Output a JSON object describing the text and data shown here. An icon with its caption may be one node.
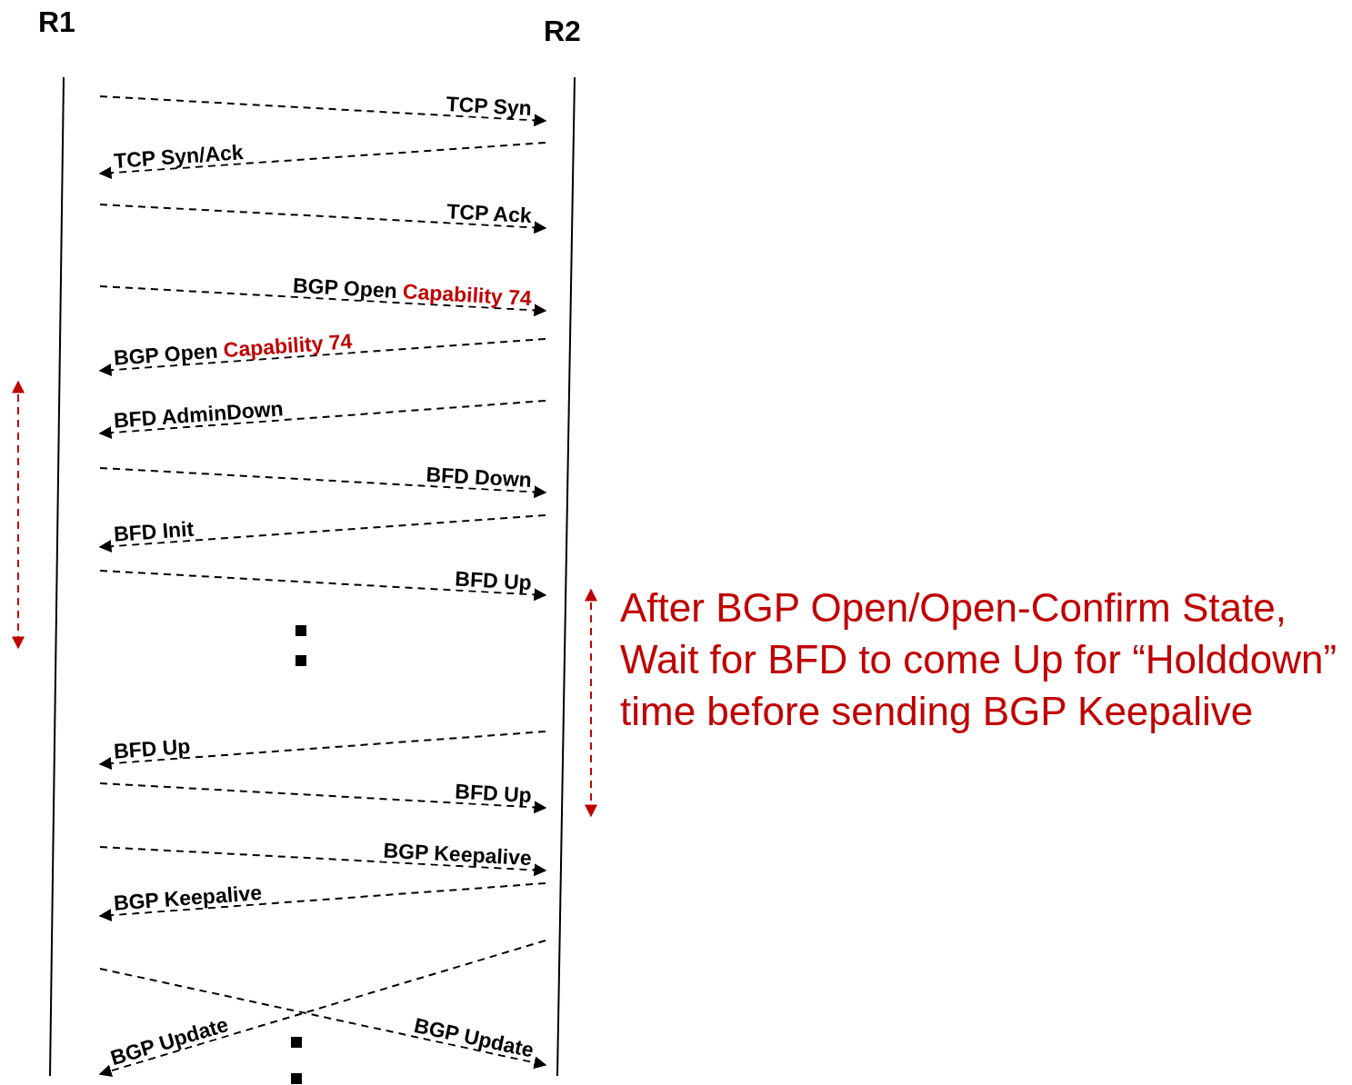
{
  "diagram": {
    "nodes": [
      {
        "text": [
          "R1"
        ]
      },
      {
        "text": [
          "R2"
        ]
      }
    ],
    "edges": [
      {
        "from": 0,
        "to": 1,
        "arrow": "to",
        "label": "TCP Syn",
        "style": "dashed"
      },
      {
        "from": 1,
        "to": 0,
        "arrow": "to",
        "label": "TCP Syn/Ack",
        "style": "dashed"
      },
      {
        "from": 0,
        "to": 1,
        "arrow": "to",
        "label": "TCP Ack",
        "style": "dashed"
      },
      {
        "from": 0,
        "to": 1,
        "arrow": "to",
        "label": "BGP Open **Capability 74**",
        "style": "dashed"
      },
      {
        "from": 1,
        "to": 0,
        "arrow": "to",
        "label": "BGP Open **Capability 74**",
        "style": "dashed"
      },
      {
        "from": 1,
        "to": 0,
        "arrow": "to",
        "label": "BFD AdminDown",
        "style": "dashed"
      },
      {
        "from": 0,
        "to": 1,
        "arrow": "to",
        "label": "BFD Down",
        "style": "dashed"
      },
      {
        "from": 1,
        "to": 0,
        "arrow": "to",
        "label": "BFD Init",
        "style": "dashed"
      },
      {
        "from": 0,
        "to": 1,
        "arrow": "to",
        "label": "BFD Up",
        "style": "dashed"
      },
      {
        "from": 1,
        "to": 0,
        "arrow": "to",
        "label": "BFD Up",
        "style": "dashed"
      },
      {
        "from": 0,
        "to": 1,
        "arrow": "to",
        "label": "BFD Up",
        "style": "dashed"
      },
      {
        "from": 0,
        "to": 1,
        "arrow": "to",
        "label": "BGP Keepalive",
        "style": "dashed"
      },
      {
        "from": 1,
        "to": 0,
        "arrow": "to",
        "label": "BGP Keepalive",
        "style": "dashed"
      },
      {
        "from": 0,
        "to": 1,
        "arrow": "to",
        "label": "BGP Update",
        "style": "dashed"
      },
      {
        "from": 1,
        "to": 0,
        "arrow": "to",
        "label": "BGP Update",
        "style": "dashed"
      }
    ],
    "labels": [
      "After BGP Open/Open-Confirm State, Wait for BFD to come Up for “Holddown” time before sending BGP Keepalive"
    ]
  }
}
